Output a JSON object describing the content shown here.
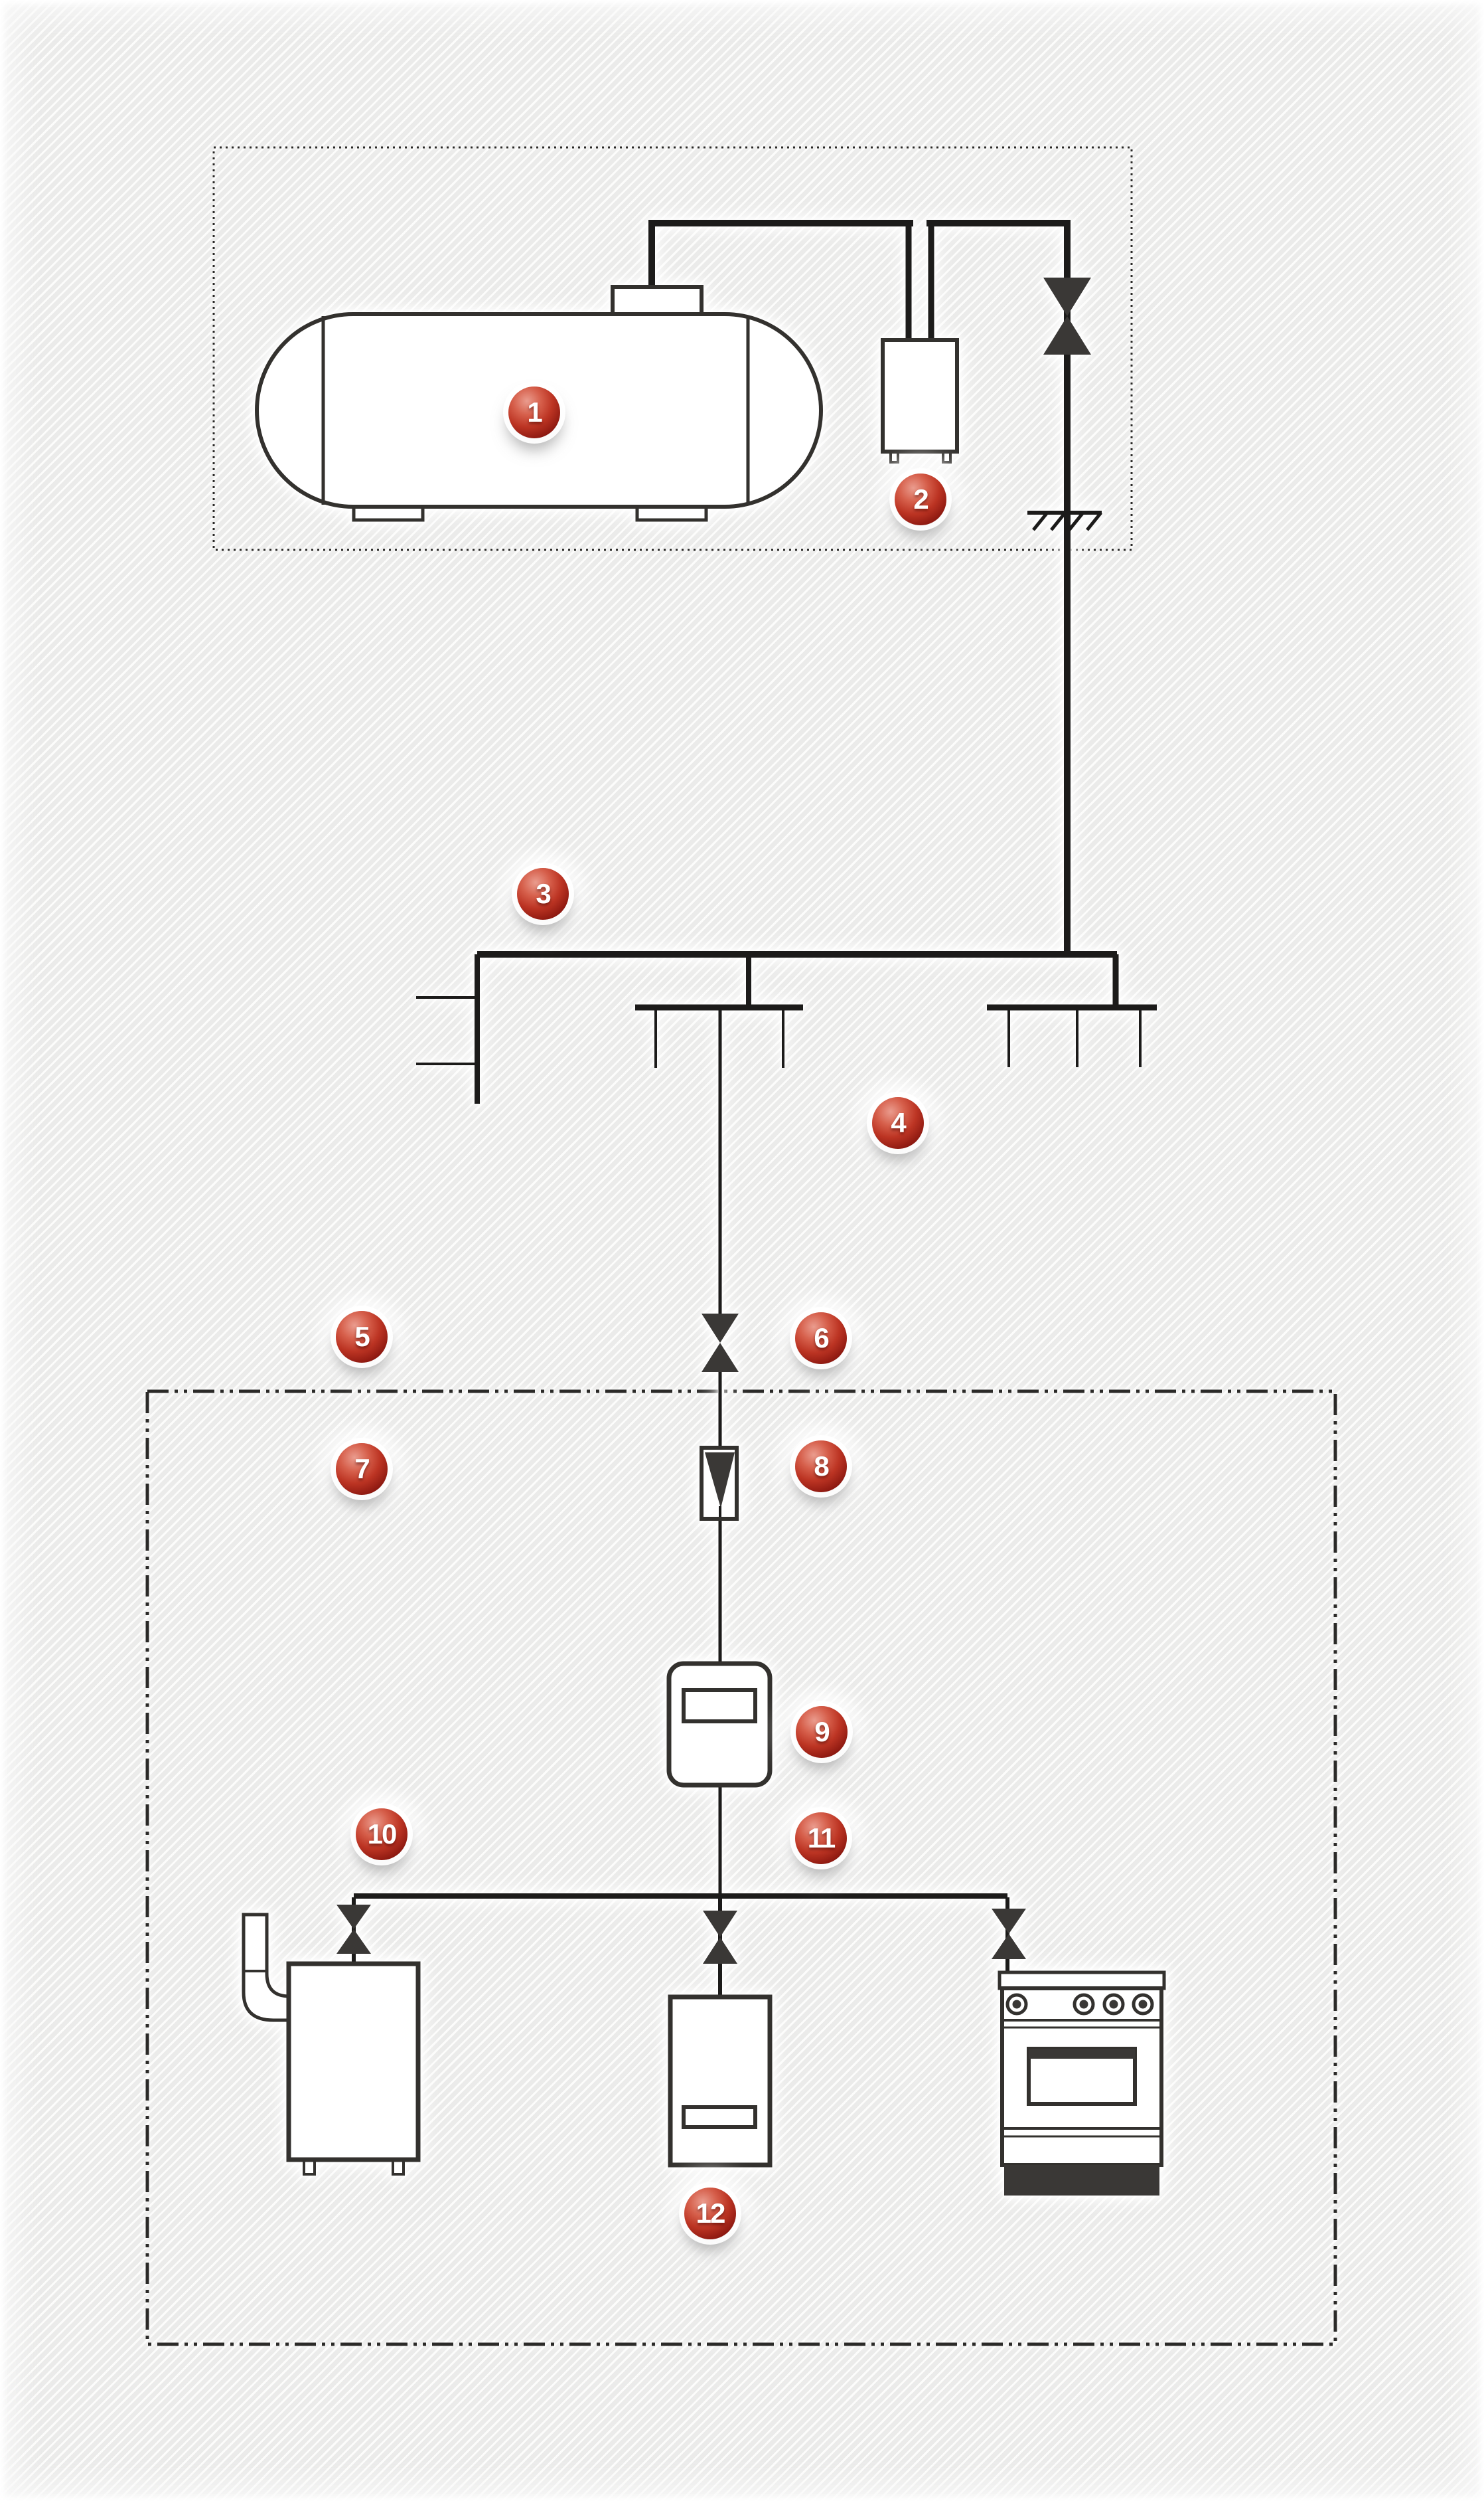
{
  "diagram": {
    "kind": "gas-supply-piping-scheme",
    "badge_count": 12
  },
  "badges": [
    {
      "label": "1"
    },
    {
      "label": "2"
    },
    {
      "label": "3"
    },
    {
      "label": "4"
    },
    {
      "label": "5"
    },
    {
      "label": "6"
    },
    {
      "label": "7"
    },
    {
      "label": "8"
    },
    {
      "label": "9"
    },
    {
      "label": "10"
    },
    {
      "label": "11"
    },
    {
      "label": "12"
    }
  ],
  "colors": {
    "ink": "#1c1b1a",
    "equipment_stroke": "#33312e",
    "valve_fill": "#3a3836",
    "background": "#ebebea",
    "hatch_line": "#fcfcfb",
    "badge_red": "#bc3423",
    "badge_red_dark": "#640c07",
    "badge_number": "#ffffff"
  },
  "icons": [
    "lpg-storage-tank-icon",
    "pressure-regulator-icon",
    "shutoff-valve-icon",
    "grounding-icon",
    "underground-main-icon",
    "pipe-support-icon",
    "building-boundary-icon",
    "entry-valve-icon",
    "gas-filter-icon",
    "gas-meter-icon",
    "boiler-icon",
    "water-heater-icon",
    "gas-stove-icon"
  ]
}
